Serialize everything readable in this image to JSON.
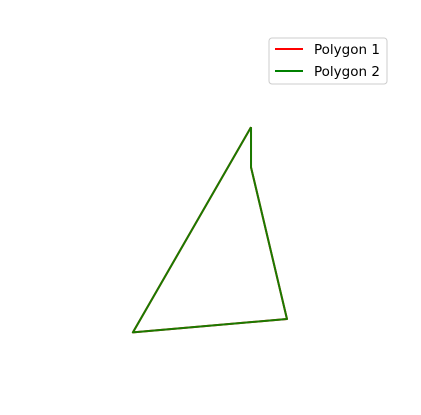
{
  "chart_data": {
    "type": "line",
    "title": "",
    "xlabel": "",
    "ylabel": "",
    "axes_visible": false,
    "grid": false,
    "legend": {
      "placement": "top-right",
      "entries": [
        "Polygon 1",
        "Polygon 2"
      ]
    },
    "series": [
      {
        "name": "Polygon 1",
        "color": "#d62728",
        "closed": true,
        "x": [
          2.3,
          0.0,
          3.0,
          2.3,
          2.3
        ],
        "y": [
          4.6,
          0.0,
          0.3,
          3.7,
          4.6
        ]
      },
      {
        "name": "Polygon 2",
        "color": "#2ca02c",
        "closed": true,
        "x": [
          2.3,
          0.0,
          3.0,
          2.3,
          2.3
        ],
        "y": [
          4.6,
          0.0,
          0.3,
          3.7,
          4.6
        ]
      }
    ],
    "xlim": [
      -1.4,
      4.5
    ],
    "ylim": [
      -1.0,
      6.8
    ]
  }
}
